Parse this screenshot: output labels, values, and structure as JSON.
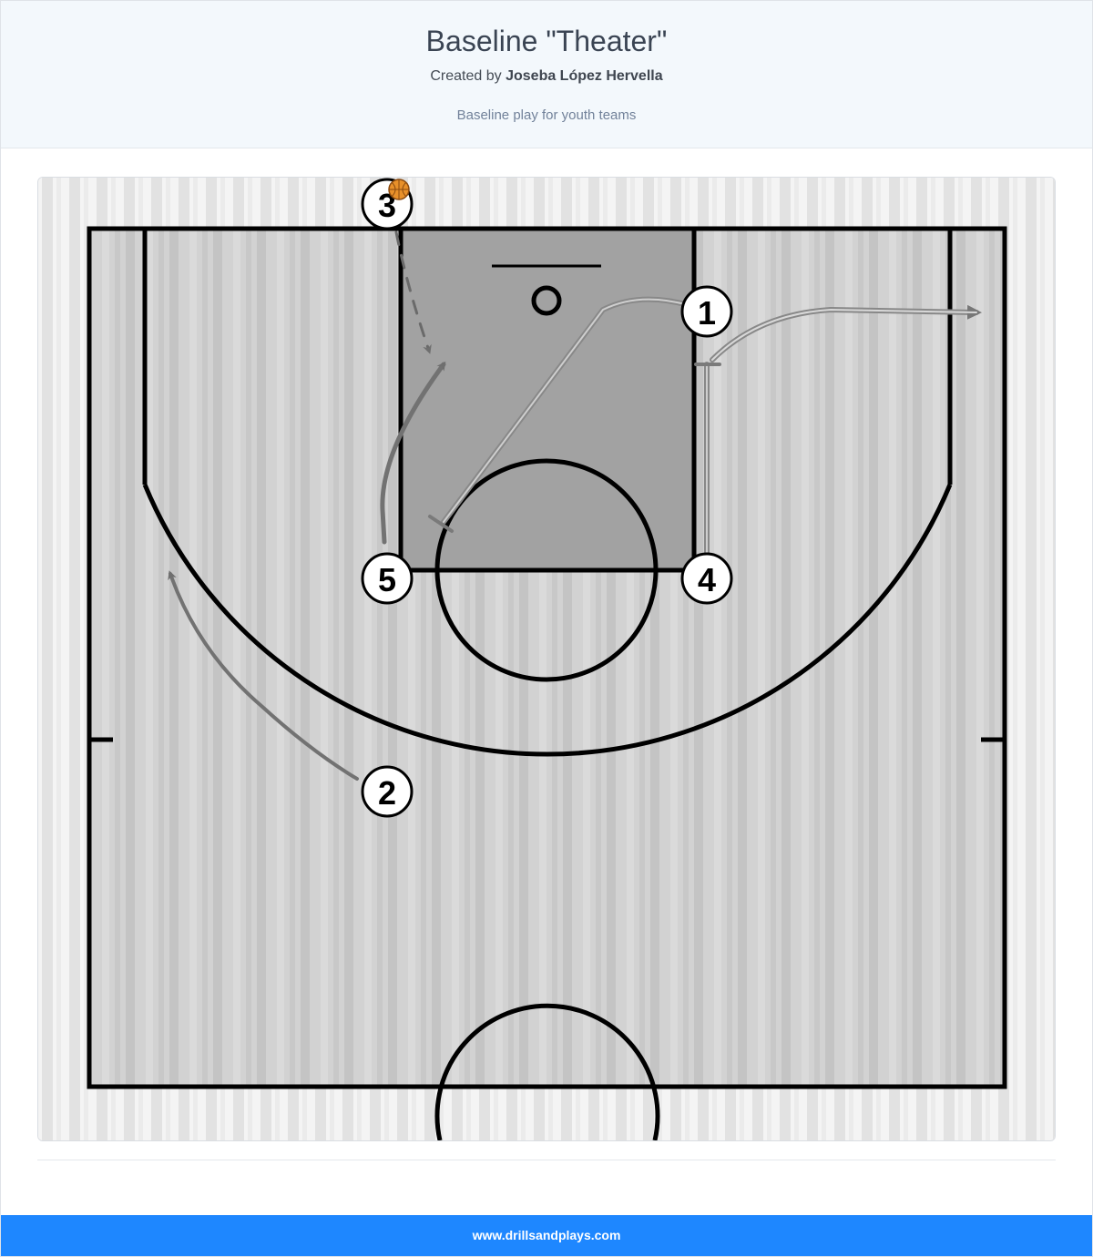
{
  "header": {
    "title": "Baseline \"Theater\"",
    "created_by_prefix": "Created by ",
    "author": "Joseba López Hervella",
    "description": "Baseline play for youth teams"
  },
  "diagram": {
    "players": [
      "1",
      "2",
      "3",
      "4",
      "5"
    ],
    "ball_holder": "3",
    "colors": {
      "court_fill": "#cfcfcf",
      "paint_fill": "#9a9a9a",
      "lines": "#000000",
      "movement": "#7a7a7a",
      "ball": "#e8902a"
    }
  },
  "footer": {
    "site": "www.drillsandplays.com"
  }
}
